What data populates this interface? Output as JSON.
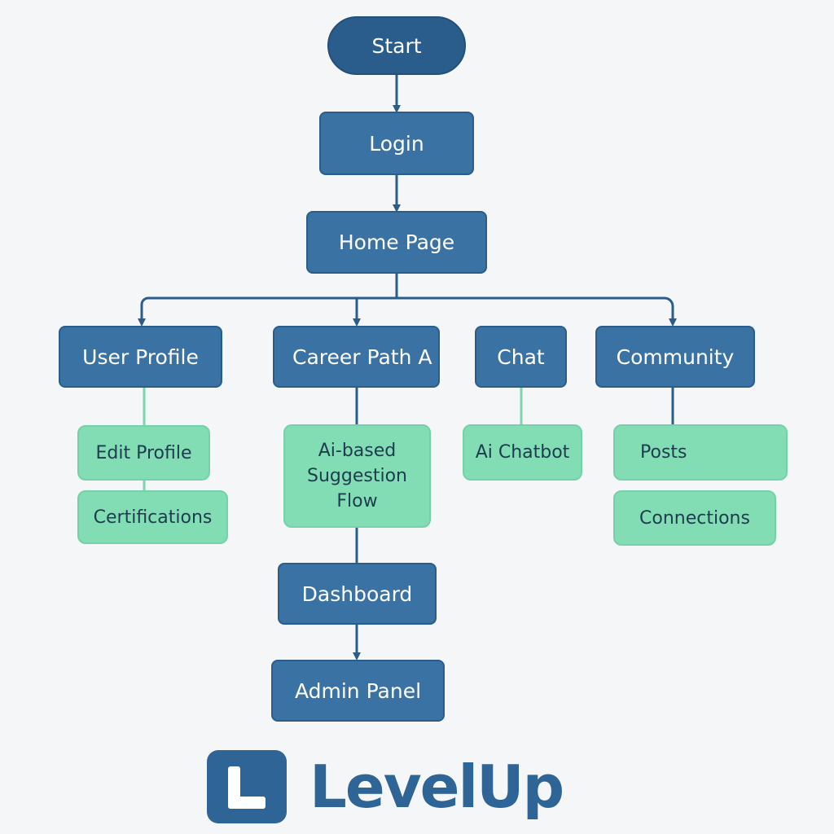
{
  "flowchart": {
    "start": "Start",
    "login": "Login",
    "home": "Home Page",
    "user_profile": {
      "label": "User Profile",
      "children": [
        "Edit Profile",
        "Certifications"
      ]
    },
    "career_path": {
      "label": "Career Path A",
      "children": [
        "Ai-based\nSuggestion\nFlow",
        "Dashboard",
        "Admin Panel"
      ]
    },
    "chat": {
      "label": "Chat",
      "children": [
        "Ai Chatbot"
      ]
    },
    "community": {
      "label": "Community",
      "children": [
        "Posts",
        "Connections"
      ]
    }
  },
  "logo": {
    "wordmark": "LevelUp",
    "mark_letter": "L"
  },
  "colors": {
    "primary": "#3a72a4",
    "secondary": "#82dcb4",
    "line": "#2a5d8c",
    "green_line": "#7bd6ae",
    "background": "#f5f6f7"
  }
}
